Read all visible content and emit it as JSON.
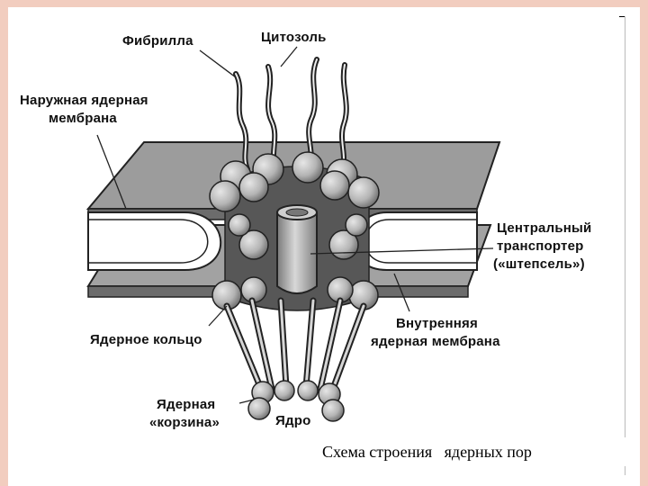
{
  "labels": {
    "fibril": "Фибрилла",
    "cytosol": "Цитозоль",
    "outer_membrane_line1": "Наружная ядерная",
    "outer_membrane_line2": "мембрана",
    "central_transporter_line1": "Центральный",
    "central_transporter_line2": "транспортер",
    "central_transporter_line3": "(«штепсель»)",
    "nuclear_ring": "Ядерное кольцо",
    "inner_membrane_line1": "Внутренняя",
    "inner_membrane_line2": "ядерная мембрана",
    "nuclear_basket_line1": "Ядерная",
    "nuclear_basket_line2": "«корзина»",
    "nucleus": "Ядро"
  },
  "caption": "Схема строения   ядерных пор",
  "colors": {
    "border": "#f2cdbf",
    "membrane_fill": "#9b9b9b",
    "protein_fill": "#b9b9b9",
    "ink": "#111111"
  }
}
